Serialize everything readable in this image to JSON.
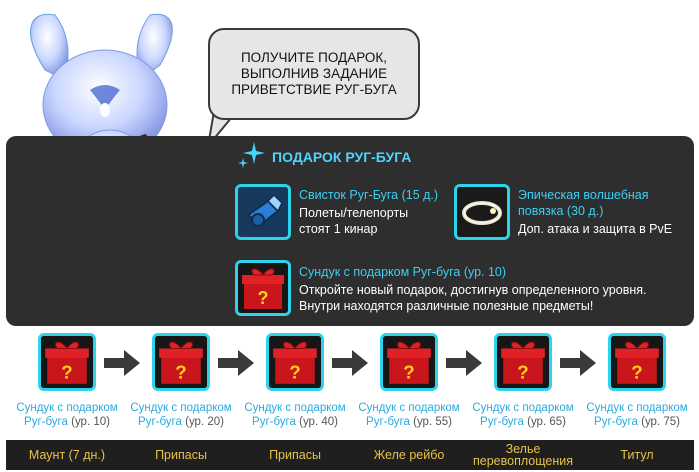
{
  "speech_bubble": {
    "text_line1": "ПОЛУЧИТЕ ПОДАРОК,",
    "text_line2": "ВЫПОЛНИВ ЗАДАНИЕ",
    "text_line3": "ПРИВЕТСТВИЕ РУГ-БУГА"
  },
  "panel": {
    "title": "ПОДАРОК РУГ-БУГА",
    "items": [
      {
        "icon": "whistle-icon",
        "name": "Свисток Руг-Буга (15 д.)",
        "desc_line1": "Полеты/телепорты",
        "desc_line2": "стоят 1 кинар"
      },
      {
        "icon": "headband-icon",
        "name_line1": "Эпическая волшебная",
        "name_line2": "повязка (30 д.)",
        "desc_line1": "Доп. атака и защита в PvE"
      },
      {
        "icon": "gift-box-icon",
        "name": "Сундук с подарком Руг-буга (ур. 10)",
        "desc_line1": "Откройте новый подарок, достигнув определенного уровня.",
        "desc_line2": "Внутри находятся различные полезные предметы!"
      }
    ]
  },
  "chest_chain": [
    {
      "label_line1": "Сундук с подарком",
      "label_name": "Руг-буга",
      "label_level": "(ур. 10)",
      "reward": "Маунт (7 дн.)"
    },
    {
      "label_line1": "Сундук с подарком",
      "label_name": "Руг-буга",
      "label_level": "(ур. 20)",
      "reward": "Припасы"
    },
    {
      "label_line1": "Сундук с подарком",
      "label_name": "Руг-буга",
      "label_level": "(ур. 40)",
      "reward": "Припасы"
    },
    {
      "label_line1": "Сундук с подарком",
      "label_name": "Руг-буга",
      "label_level": "(ур. 55)",
      "reward": "Желе рейбо"
    },
    {
      "label_line1": "Сундук с подарком",
      "label_name": "Руг-буга",
      "label_level": "(ур. 65)",
      "reward_line1": "Зелье",
      "reward_line2": "перевоплощения"
    },
    {
      "label_line1": "Сундук с подарком",
      "label_name": "Руг-буга",
      "label_level": "(ур. 75)",
      "reward": "Титул"
    }
  ],
  "colors": {
    "panel_bg": "#2e2e2e",
    "accent_cyan": "#3ccff5",
    "reward_gold": "#e8c24a",
    "gift_red": "#c8161c",
    "gift_question": "#ffd21a"
  }
}
